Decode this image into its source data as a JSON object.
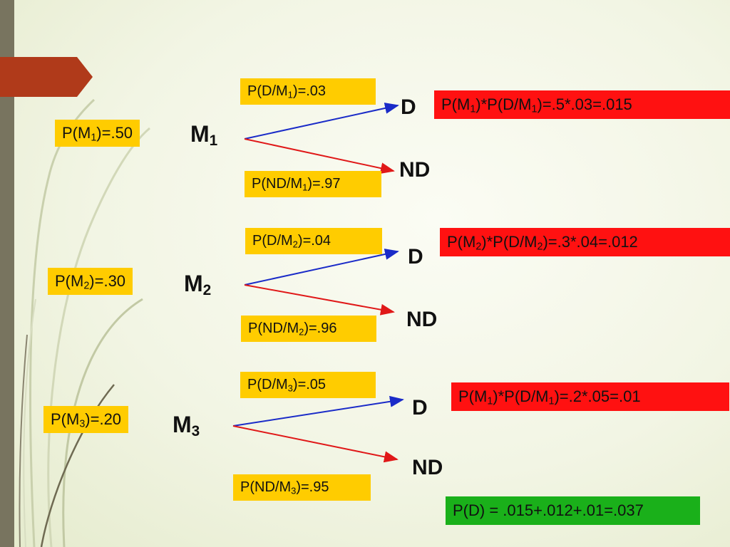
{
  "colors": {
    "label_fill": "#ffcc00",
    "result_fill": "#ff1111",
    "total_fill": "#1ab01a",
    "d_arrow": "#1a2bc8",
    "nd_arrow": "#e01818",
    "left_bar": "#78745f",
    "tab": "#b03a1a"
  },
  "branches": [
    {
      "prior": {
        "pre": "P(M",
        "sub": "1",
        "post": ")=.50"
      },
      "node": {
        "pre": "M",
        "sub": "1"
      },
      "p_d": {
        "pre": "P(D/M",
        "sub": "1",
        "post": ")=.03"
      },
      "p_nd": {
        "pre": "P(ND/M",
        "sub": "1",
        "post": ")=.97"
      },
      "d_label": "D",
      "nd_label": "ND",
      "result": {
        "a": "P(M",
        "b": "1",
        "c": ")*P(D/M",
        "d": "1",
        "e": ")=.5*.03=.015"
      }
    },
    {
      "prior": {
        "pre": "P(M",
        "sub": "2",
        "post": ")=.30"
      },
      "node": {
        "pre": "M",
        "sub": "2"
      },
      "p_d": {
        "pre": "P(D/M",
        "sub": "2",
        "post": ")=.04"
      },
      "p_nd": {
        "pre": "P(ND/M",
        "sub": "2",
        "post": ")=.96"
      },
      "d_label": "D",
      "nd_label": "ND",
      "result": {
        "a": "P(M",
        "b": "2",
        "c": ")*P(D/M",
        "d": "2",
        "e": ")=.3*.04=.012"
      }
    },
    {
      "prior": {
        "pre": "P(M",
        "sub": "3",
        "post": ")=.20"
      },
      "node": {
        "pre": "M",
        "sub": "3"
      },
      "p_d": {
        "pre": "P(D/M",
        "sub": "3",
        "post": ")=.05"
      },
      "p_nd": {
        "pre": "P(ND/M",
        "sub": "3",
        "post": ")=.95"
      },
      "d_label": "D",
      "nd_label": "ND",
      "result": {
        "a": "P(M",
        "b": "1",
        "c": ")*P(D/M",
        "d": "1",
        "e": ")=.2*.05=.01"
      }
    }
  ],
  "total": "P(D) = .015+.012+.01=.037"
}
